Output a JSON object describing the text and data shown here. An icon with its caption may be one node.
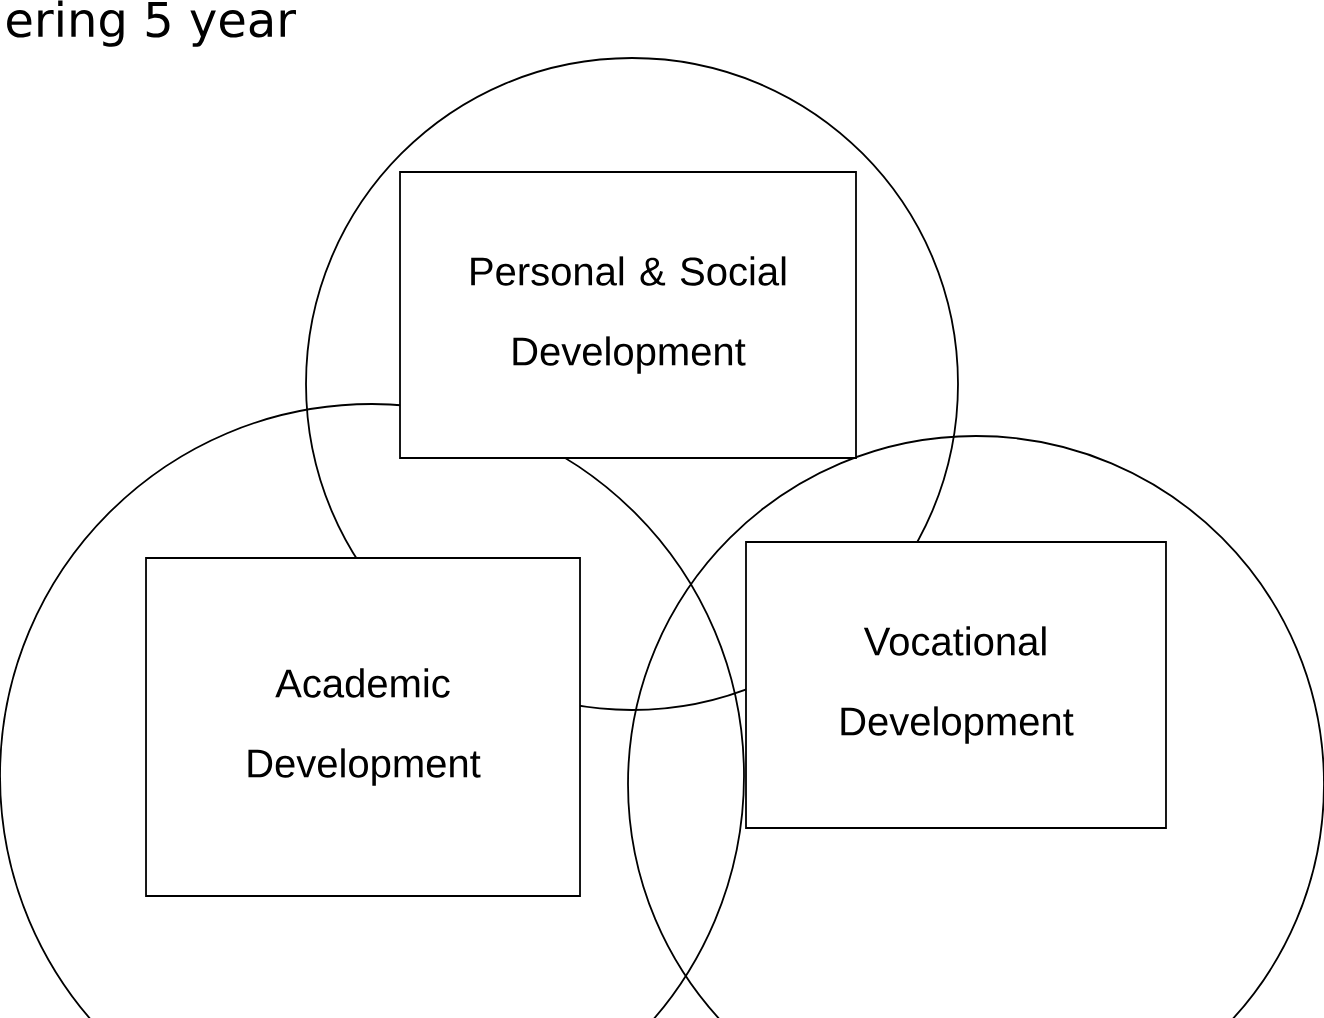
{
  "diagram": {
    "title": "ering 5 year",
    "nodes": [
      {
        "text": [],
        "shape": "circle"
      },
      {
        "text": [
          "Personal & Social Development"
        ],
        "in": 0
      },
      {
        "text": [],
        "shape": "circle"
      },
      {
        "text": [
          "Academic Development"
        ],
        "in": 2
      },
      {
        "text": [],
        "shape": "circle"
      },
      {
        "text": [
          "Vocational Development"
        ],
        "in": 4
      }
    ]
  }
}
